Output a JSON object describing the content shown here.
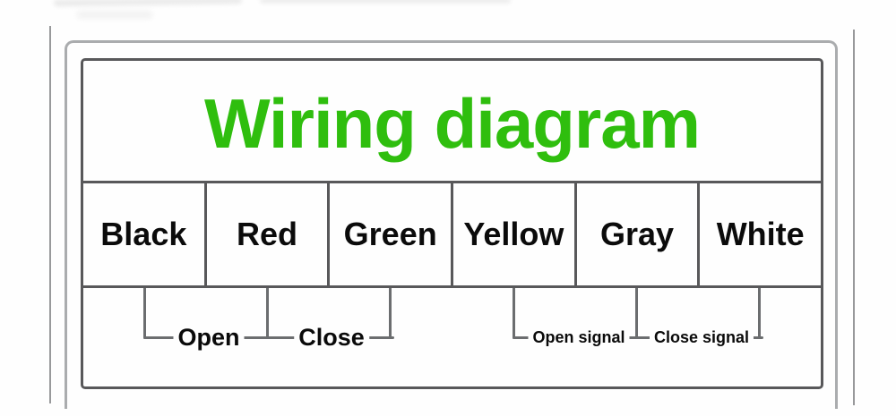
{
  "title": {
    "text": "Wiring diagram",
    "color": "#2fbe0e"
  },
  "wire_boxes": [
    {
      "label": "Black"
    },
    {
      "label": "Red"
    },
    {
      "label": "Green"
    },
    {
      "label": "Yellow"
    },
    {
      "label": "Gray"
    },
    {
      "label": "White"
    }
  ],
  "signal_labels": [
    {
      "label": "Open"
    },
    {
      "label": "Close"
    },
    {
      "label": "Open signal"
    },
    {
      "label": "Close signal"
    }
  ],
  "colors": {
    "title_green": "#2fbe0e",
    "table_border": "#58585a",
    "outer_panel_border": "#aaacae",
    "frame_line": "#98999b",
    "connector_line": "#6b6d6f",
    "label_text": "#0a0a0a",
    "background": "#fefefe"
  }
}
